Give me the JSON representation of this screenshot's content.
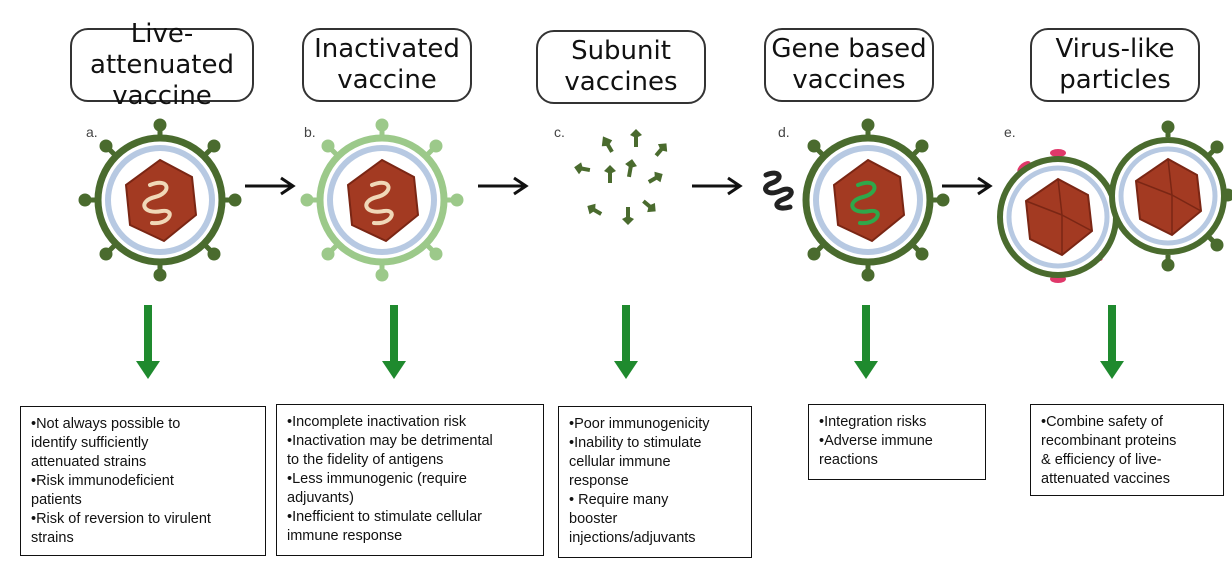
{
  "columns": [
    {
      "id": "live",
      "title": "Live-attenuated\nvaccine",
      "letter": "a.",
      "notes": [
        "•Not always possible to",
        "identify sufficiently",
        "attenuated strains",
        "•Risk immunodeficient",
        "patients",
        "•Risk of reversion to virulent",
        "strains"
      ]
    },
    {
      "id": "inactivated",
      "title": "Inactivated\nvaccine",
      "letter": "b.",
      "notes": [
        "•Incomplete inactivation risk",
        "•Inactivation may be detrimental",
        "to the fidelity of antigens",
        "•Less immunogenic (require",
        "adjuvants)",
        "•Inefficient to stimulate cellular",
        "immune response"
      ]
    },
    {
      "id": "subunit",
      "title": "Subunit\nvaccines",
      "letter": "c.",
      "notes": [
        "•Poor immunogenicity",
        "•Inability to stimulate",
        "cellular immune",
        "response",
        "• Require many",
        "booster",
        "injections/adjuvants"
      ]
    },
    {
      "id": "gene",
      "title": "Gene based\nvaccines",
      "letter": "d.",
      "notes": [
        "•Integration risks",
        "•Adverse immune",
        "reactions"
      ]
    },
    {
      "id": "vlp",
      "title": "Virus-like\nparticles",
      "letter": "e.",
      "notes": [
        "•Combine safety of",
        "recombinant proteins",
        "& efficiency of live-",
        "attenuated vaccines"
      ]
    }
  ],
  "colors": {
    "envelope": "#4a6b2e",
    "envelope_light": "#9cc98a",
    "membrane": "#b7c9e2",
    "capsid": "#a33a22",
    "capsid_dark": "#7a2614",
    "rna": "#f0d8b8",
    "gene_rna": "#2fa84a",
    "arrow_green": "#1f8a2e",
    "vlp_spike": "#e0386a"
  }
}
